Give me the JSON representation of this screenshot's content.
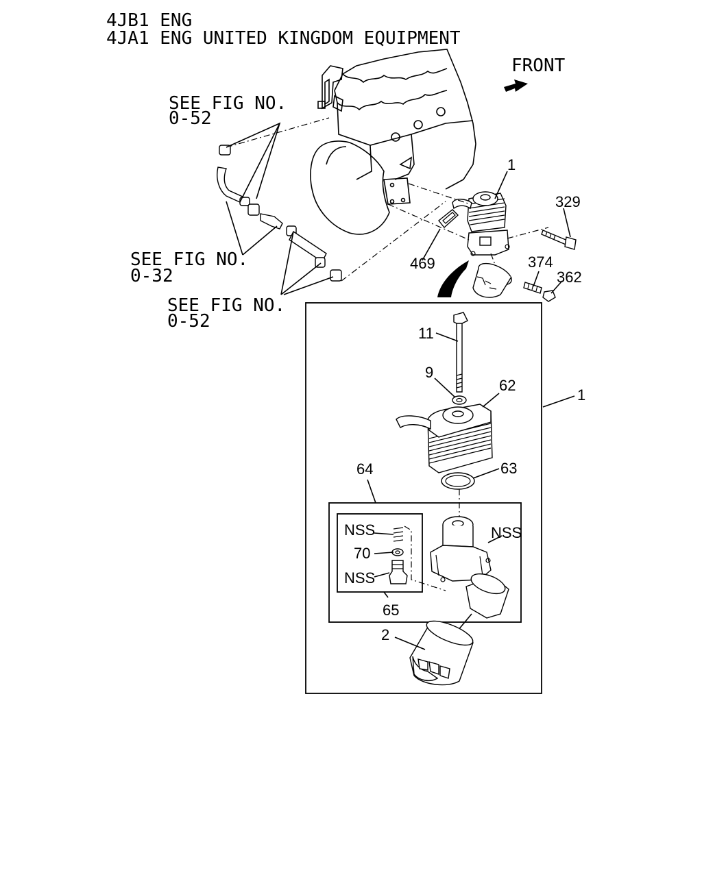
{
  "header": {
    "line1": "4JB1 ENG",
    "line2": "4JA1 ENG UNITED KINGDOM EQUIPMENT"
  },
  "front_label": "FRONT",
  "refs": [
    {
      "line1": "SEE FIG NO.",
      "line2": "0-52"
    },
    {
      "line1": "SEE FIG NO.",
      "line2": "0-32"
    },
    {
      "line1": "SEE FIG NO.",
      "line2": "0-52"
    }
  ],
  "callouts": {
    "p1_top": "1",
    "p329": "329",
    "p469": "469",
    "p374": "374",
    "p362": "362",
    "p11": "11",
    "p9": "9",
    "p62": "62",
    "p1_box": "1",
    "p63": "63",
    "p64": "64",
    "nss1": "NSS",
    "p70": "70",
    "nss2": "NSS",
    "nss3": "NSS",
    "p65": "65",
    "p2": "2"
  }
}
